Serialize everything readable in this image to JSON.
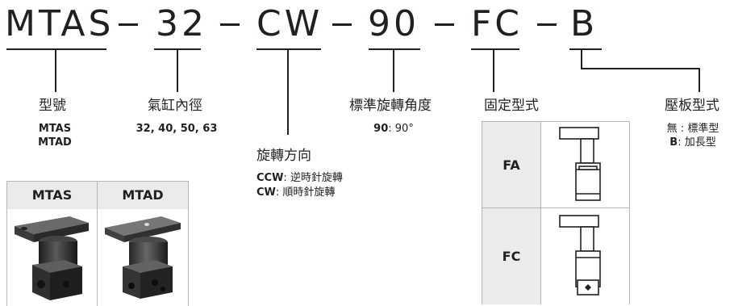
{
  "code": {
    "part1": "MTAS",
    "part2": "32",
    "part3": "CW",
    "part4": "90",
    "part5": "FC",
    "part6": "B"
  },
  "type": {
    "label": "型號",
    "opt1": "MTAS",
    "opt2": "MTAD"
  },
  "bore": {
    "label": "氣缸內徑",
    "values": "32, 40, 50, 63"
  },
  "direction": {
    "label": "旋轉方向",
    "ccw_code": "CCW",
    "ccw_text": ": 逆時針旋轉",
    "cw_code": "CW",
    "cw_text": ": 順時針旋轉"
  },
  "angle": {
    "label": "標準旋轉角度",
    "code": "90",
    "text": ": 90°"
  },
  "mount": {
    "label": "固定型式",
    "fa": "FA",
    "fc": "FC"
  },
  "plate": {
    "label": "壓板型式",
    "std": "無 : 標準型",
    "ext_code": "B",
    "ext_text": ": 加長型"
  },
  "model_table": {
    "col1": "MTAS",
    "col2": "MTAD"
  },
  "icons": [
    "mtas-clamp-photo",
    "mtad-clamp-photo",
    "fa-mount-drawing",
    "fc-mount-drawing"
  ]
}
